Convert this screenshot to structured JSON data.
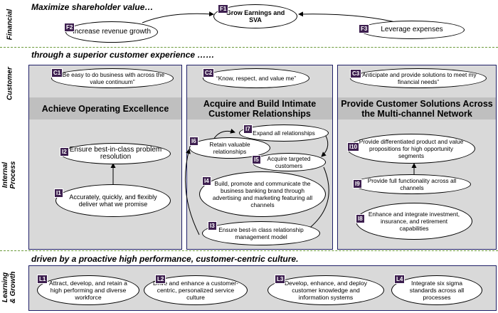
{
  "perspectives": {
    "financial": "Financial",
    "customer": "Customer",
    "internal": "Internal\nProcess",
    "learning": "Learning\n& Growth"
  },
  "banners": {
    "financial": "Maximize shareholder value…",
    "customer": "through a superior customer experience ……",
    "learning": "driven by a proactive high performance, customer-centric culture."
  },
  "columns": {
    "operating": "Achieve Operating Excellence",
    "intimate": "Acquire and Build Intimate Customer Relationships",
    "solutions": "Provide Customer Solutions Across the Multi-channel Network"
  },
  "objectives": {
    "F1": {
      "id": "F1",
      "text": "Grow Earnings and SVA"
    },
    "F2": {
      "id": "F2",
      "text": "Increase revenue growth"
    },
    "F3": {
      "id": "F3",
      "text": "Leverage expenses"
    },
    "C1": {
      "id": "C1",
      "text": "“Be easy to do business with across the value continuum”"
    },
    "C2": {
      "id": "C2",
      "text": "“Know, respect, and value me”"
    },
    "C3": {
      "id": "C3",
      "text": "“Anticipate and provide solutions to meet my financial needs”"
    },
    "I1": {
      "id": "I1",
      "text": "Accurately, quickly, and flexibly deliver what we promise"
    },
    "I2": {
      "id": "I2",
      "text": "Ensure best-in-class problem resolution"
    },
    "I3": {
      "id": "I3",
      "text": "Ensure best-in class relationship management model"
    },
    "I4": {
      "id": "I4",
      "text": "Build, promote and communicate the business banking brand through advertising and marketing featuring all channels"
    },
    "I5": {
      "id": "I5",
      "text": "Acquire targeted customers"
    },
    "I6": {
      "id": "I6",
      "text": "Retain valuable relationships"
    },
    "I7": {
      "id": "I7",
      "text": "Expand all relationships"
    },
    "I8": {
      "id": "I8",
      "text": "Enhance and integrate investment, insurance, and retirement capabilities"
    },
    "I9": {
      "id": "I9",
      "text": "Provide full functionality across all channels"
    },
    "I10": {
      "id": "I10",
      "text": "Provide differentiated product and value propositions for high opportunity segments"
    },
    "L1": {
      "id": "L1",
      "text": "Attract, develop, and retain a high performing and diverse workforce"
    },
    "L2": {
      "id": "L2",
      "text": "Drive and enhance a customer-centric, personalized service culture"
    },
    "L3": {
      "id": "L3",
      "text": "Develop, enhance, and deploy customer knowledge and information systems"
    },
    "L4": {
      "id": "L4",
      "text": "Integrate six sigma standards across all processes"
    }
  },
  "colors": {
    "badge": "#3d1f4f",
    "panel": "#d9d9d9",
    "header": "#bfbfbf",
    "border": "#1f1f66",
    "divider": "#6a9a3a"
  }
}
